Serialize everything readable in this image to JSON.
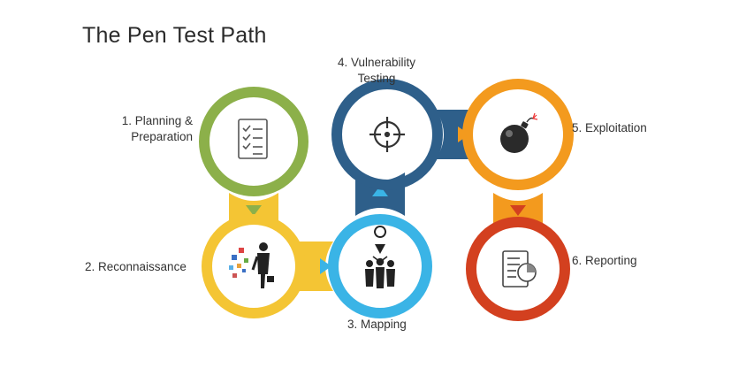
{
  "title": "The Pen Test Path",
  "steps": [
    {
      "label": "1. Planning &\nPreparation",
      "icon": "checklist-icon",
      "color": "#8cb04a"
    },
    {
      "label": "2. Reconnaissance",
      "icon": "reconnaissance-icon",
      "color": "#f4c534"
    },
    {
      "label": "3. Mapping",
      "icon": "mapping-icon",
      "color": "#3ab4e6"
    },
    {
      "label": "4. Vulnerability\nTesting",
      "icon": "target-icon",
      "color": "#2e5f8a"
    },
    {
      "label": "5. Exploitation",
      "icon": "bomb-icon",
      "color": "#f39a1e"
    },
    {
      "label": "6. Reporting",
      "icon": "report-icon",
      "color": "#d3401f"
    }
  ]
}
